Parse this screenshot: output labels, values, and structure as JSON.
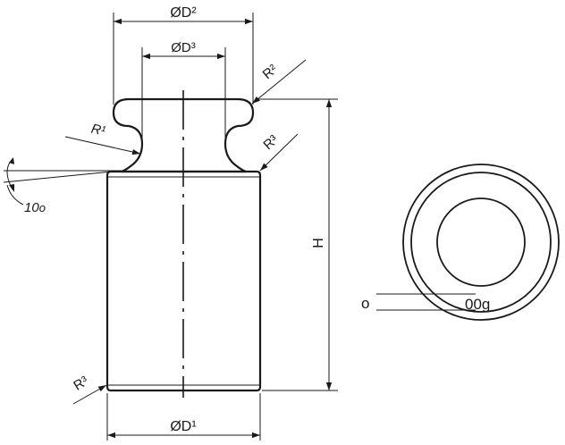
{
  "dimensions": {
    "d2": "ØD²",
    "d3": "ØD³",
    "d1": "ØD¹",
    "h": "H"
  },
  "radii": {
    "r2": "R²",
    "r1": "R¹",
    "r3_upper": "R³",
    "r3_lower": "R³"
  },
  "angle": {
    "value": "10",
    "unit_mark": "o"
  },
  "top_view": {
    "prefix": "o",
    "suffix": "00g"
  },
  "colors": {
    "line": "#1a1a1a",
    "background": "#ffffff"
  }
}
